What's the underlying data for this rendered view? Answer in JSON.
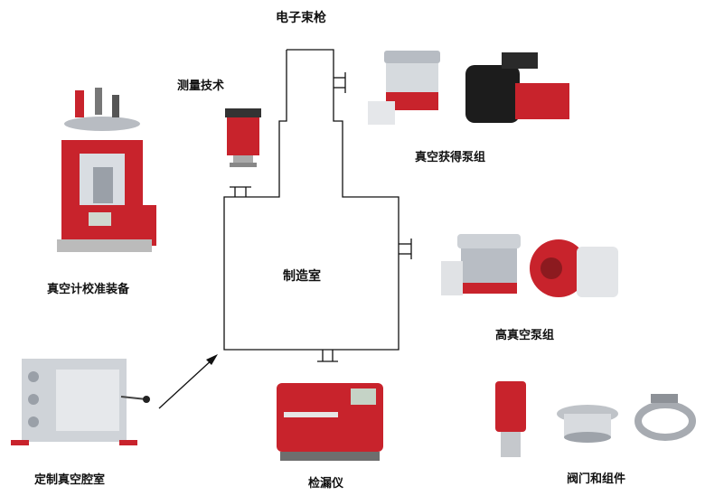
{
  "labels": {
    "electron_gun": "电子束枪",
    "measurement": "测量技术",
    "pumping_group": "真空获得泵组",
    "calibration": "真空计校准装备",
    "chamber": "制造室",
    "hv_pump_group": "高真空泵组",
    "custom_chamber": "定制真空腔室",
    "leak_detector": "检漏仪",
    "valves": "阀门和组件"
  },
  "colors": {
    "line": "#111111",
    "brand_red": "#c8232c",
    "metal": "#c9ccd1",
    "dark": "#222222"
  }
}
